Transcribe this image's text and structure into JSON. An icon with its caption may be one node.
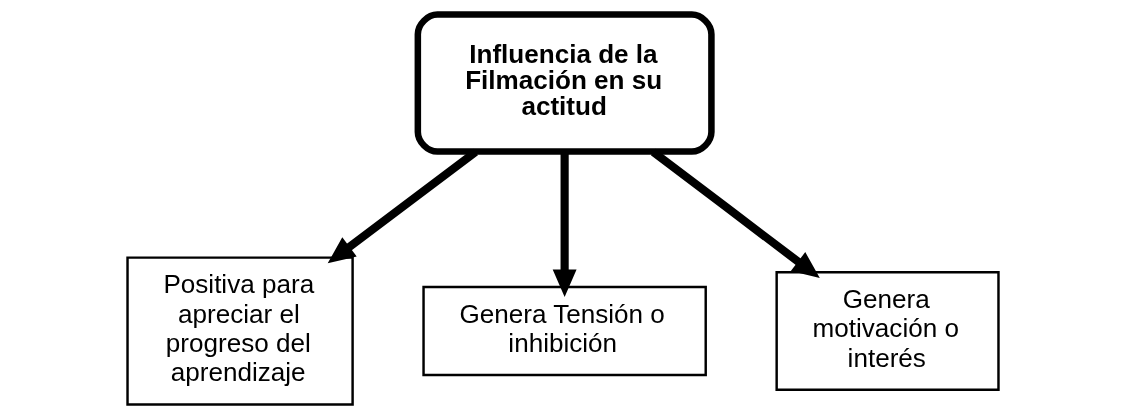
{
  "diagram": {
    "nodes": [
      {
        "text": [
          "Influencia de la Filmación en su actitud"
        ]
      },
      {
        "text": [
          "Positiva para apreciar el progreso del aprendizaje"
        ]
      },
      {
        "text": [
          "Genera Tensión o inhibición"
        ]
      },
      {
        "text": [
          "Genera motivación o interés"
        ]
      }
    ],
    "edges": [
      {
        "from": 0,
        "to": 1,
        "arrow": "to"
      },
      {
        "from": 0,
        "to": 2,
        "arrow": "to"
      },
      {
        "from": 0,
        "to": 3,
        "arrow": "to"
      }
    ]
  }
}
